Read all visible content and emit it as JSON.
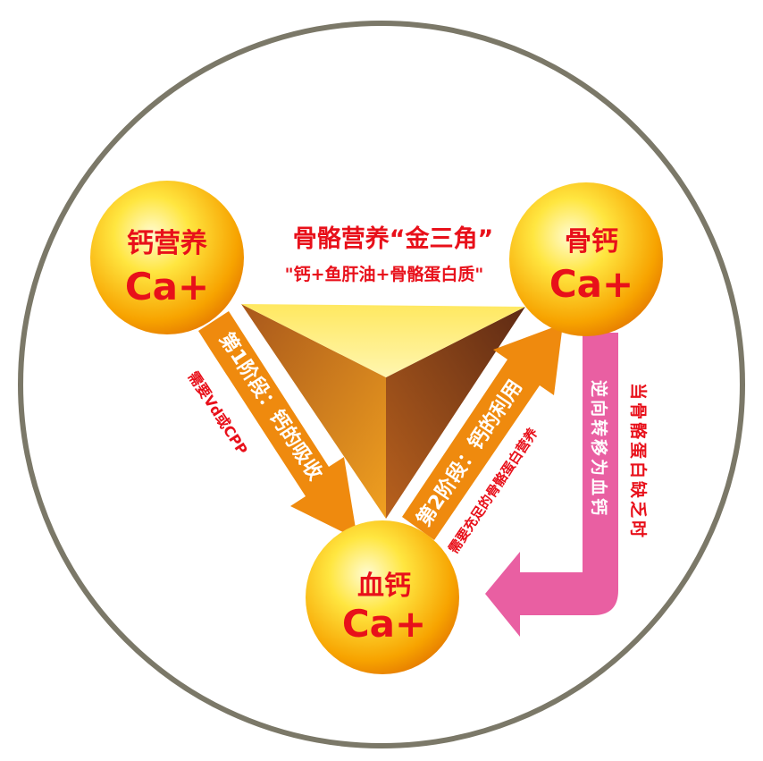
{
  "title": "骨骼营养“金三角”",
  "subtitle": "\"钙+鱼肝油+骨骼蛋白质\"",
  "nodes": {
    "left": {
      "name": "钙营养",
      "formula": "Ca+"
    },
    "right": {
      "name": "骨钙",
      "formula": "Ca+"
    },
    "bottom": {
      "name": "血钙",
      "formula": "Ca+"
    }
  },
  "arrows": {
    "stage1": {
      "label": "第1阶段：钙的吸收",
      "note": "需要Vd或CPP"
    },
    "stage2": {
      "label": "第2阶段：钙的利用",
      "note": "需要充足的骨骼蛋白营养"
    },
    "reverse": {
      "label": "逆向转移为血钙",
      "note": "当骨骼蛋白缺乏时"
    }
  },
  "colors": {
    "red": "#e8101a",
    "orange": "#ef8a0e",
    "pink": "#e95fa2",
    "border": "#7b7868"
  }
}
